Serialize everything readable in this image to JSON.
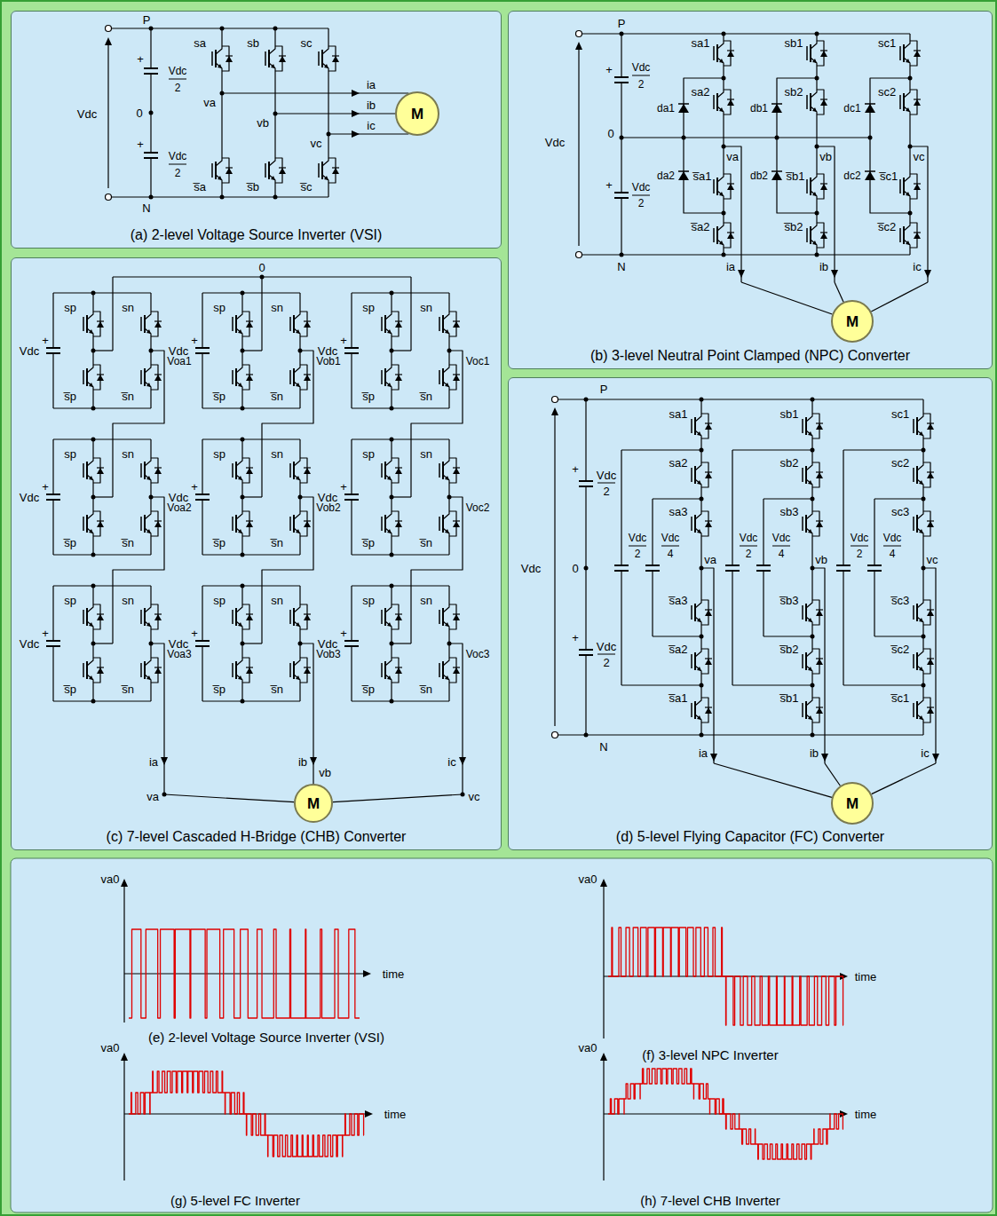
{
  "diagram": {
    "nodes": [
      {
        "text": [
          "(a) 2-level Voltage Source Inverter (VSI)"
        ]
      },
      {
        "text": [
          "M"
        ],
        "in": 0
      },
      {
        "text": [
          "(b) 3-level Neutral Point Clamped (NPC) Converter"
        ]
      },
      {
        "text": [
          "M"
        ],
        "in": 2
      },
      {
        "text": [
          "(c) 7-level Cascaded H-Bridge (CHB) Converter"
        ]
      },
      {
        "text": [
          "M"
        ],
        "in": 4
      },
      {
        "text": [
          "(d) 5-level Flying Capacitor (FC) Converter"
        ]
      },
      {
        "text": [
          "M"
        ],
        "in": 6
      }
    ],
    "labels": [
      "P",
      "N",
      "Vdc",
      "+",
      "Vdc",
      "2",
      "0",
      "+",
      "Vdc",
      "2",
      "sa",
      "sb",
      "sc",
      "va",
      "vb",
      "vc",
      "ia",
      "ib",
      "ic",
      "s̅a",
      "s̅b",
      "s̅c",
      "P",
      "N",
      "Vdc",
      "+",
      "Vdc",
      "2",
      "0",
      "+",
      "Vdc",
      "2",
      "sa1",
      "sa2",
      "da1",
      "da2",
      "va",
      "s̅a1",
      "s̅a2",
      "sb1",
      "sb2",
      "db1",
      "db2",
      "vb",
      "s̅b1",
      "s̅b2",
      "sc1",
      "sc2",
      "dc1",
      "dc2",
      "vc",
      "s̅c1",
      "s̅c2",
      "ia",
      "ib",
      "ic",
      "0",
      "Vdc",
      "+",
      "sp",
      "sn",
      "s̅p",
      "s̅n",
      "Voa1",
      "Vdc",
      "+",
      "sp",
      "sn",
      "s̅p",
      "s̅n",
      "Voa2",
      "Vdc",
      "+",
      "sp",
      "sn",
      "s̅p",
      "s̅n",
      "Voa3",
      "Vdc",
      "+",
      "sp",
      "sn",
      "s̅p",
      "s̅n",
      "Vob1",
      "Vdc",
      "+",
      "sp",
      "sn",
      "s̅p",
      "s̅n",
      "Vob2",
      "Vdc",
      "+",
      "sp",
      "sn",
      "s̅p",
      "s̅n",
      "Vob3",
      "Vdc",
      "+",
      "sp",
      "sn",
      "s̅p",
      "s̅n",
      "Voc1",
      "Vdc",
      "+",
      "sp",
      "sn",
      "s̅p",
      "s̅n",
      "Voc2",
      "Vdc",
      "+",
      "sp",
      "sn",
      "s̅p",
      "s̅n",
      "Voc3",
      "ia",
      "va",
      "ib",
      "vb",
      "ic",
      "vc",
      "P",
      "N",
      "Vdc",
      "+",
      "Vdc",
      "2",
      "0",
      "+",
      "Vdc",
      "2",
      "sa1",
      "sa2",
      "sa3",
      "s̅a3",
      "s̅a2",
      "s̅a1",
      "Vdc",
      "2",
      "Vdc",
      "4",
      "va",
      "sb1",
      "sb2",
      "sb3",
      "s̅b3",
      "s̅b2",
      "s̅b1",
      "Vdc",
      "2",
      "Vdc",
      "4",
      "vb",
      "sc1",
      "sc2",
      "sc3",
      "s̅c3",
      "s̅c2",
      "s̅c1",
      "Vdc",
      "2",
      "Vdc",
      "4",
      "vc",
      "ia",
      "ib",
      "ic",
      "va0",
      "time",
      "(e) 2-level Voltage Source Inverter (VSI)",
      "va0",
      "time",
      "(f) 3-level NPC Inverter",
      "va0",
      "time",
      "(g) 5-level FC Inverter",
      "va0",
      "time",
      "(h) 7-level CHB Inverter"
    ]
  }
}
